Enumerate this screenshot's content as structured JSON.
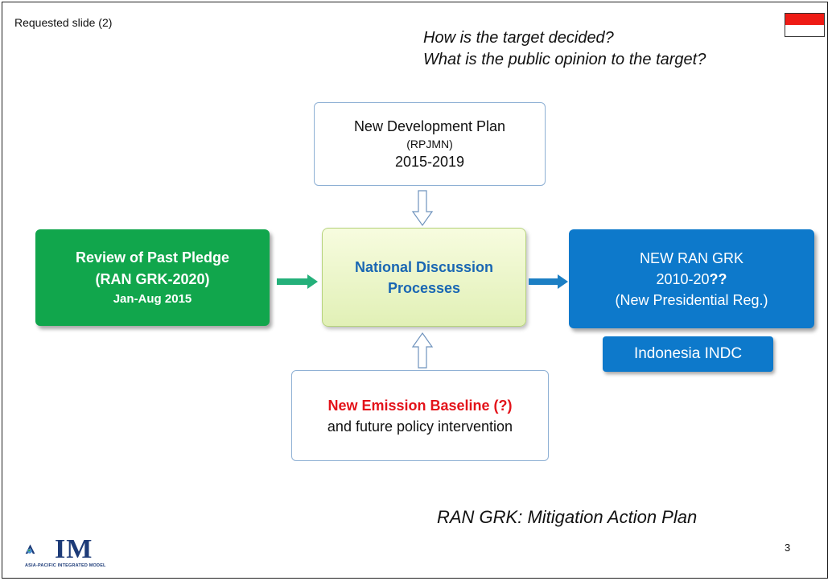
{
  "header": {
    "label": "Requested slide (2)",
    "question_1": "How is the target decided?",
    "question_2": "What is the public opinion to the target?"
  },
  "diagram": {
    "top_box": {
      "line1": "New Development Plan",
      "line2": "(RPJMN)",
      "line3": "2015-2019"
    },
    "left_box": {
      "line1": "Review of Past Pledge",
      "line2": "(RAN GRK-2020)",
      "line3": "Jan-Aug 2015"
    },
    "center_box": {
      "line1": "National Discussion",
      "line2": "Processes"
    },
    "right_box": {
      "line1": "NEW RAN GRK",
      "line2_main": "2010-20",
      "line2_emph": "??",
      "line3": "(New Presidential Reg.)"
    },
    "indc_box": {
      "label": "Indonesia INDC"
    },
    "bottom_box": {
      "line1": "New Emission Baseline (?)",
      "line2": "and future policy intervention"
    }
  },
  "footer": {
    "note": "RAN GRK: Mitigation Action Plan",
    "page_number": "3",
    "logo_text": "IM",
    "logo_subtitle": "ASIA-PACIFIC INTEGRATED MODEL"
  },
  "colors": {
    "green": "#11a64c",
    "blue": "#0d79cb",
    "center_text": "#1a67b3",
    "alert_red": "#e3131a",
    "flag_red": "#ee1b15"
  }
}
